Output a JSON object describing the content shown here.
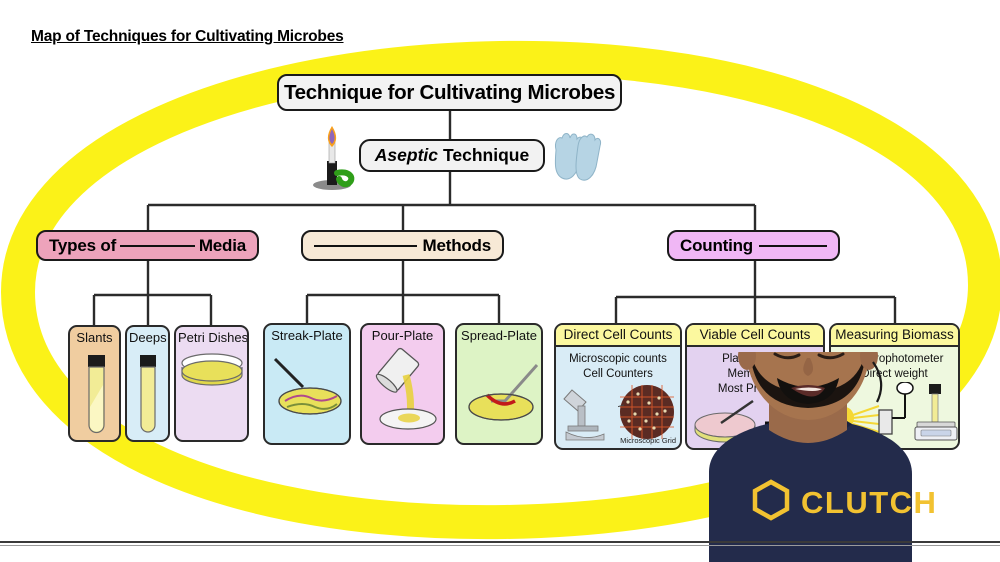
{
  "page": {
    "title": "Map of Techniques for Cultivating Microbes",
    "background_color": "#ffffff",
    "highlight_color": "#fbf218"
  },
  "tree": {
    "root": {
      "label": "Technique for Cultivating Microbes",
      "bg": "#f2f2f2"
    },
    "aseptic": {
      "italic_word": "Aseptic",
      "label": "Technique",
      "bg": "#f2f2f2"
    },
    "branches": [
      {
        "name": "types-of-media",
        "prefix": "Types of",
        "blank": "__________",
        "suffix": "Media",
        "bg": "#eda3bb"
      },
      {
        "name": "methods",
        "prefix": "",
        "blank": "____________",
        "suffix": "Methods",
        "bg": "#f7e9d6"
      },
      {
        "name": "counting",
        "prefix": "Counting",
        "blank": "_________",
        "suffix": "",
        "bg": "#f0b7f5"
      }
    ]
  },
  "media_cards": [
    {
      "title": "Slants",
      "bg": "#f0cda0",
      "icon": "test-tube-slant-icon"
    },
    {
      "title": "Deeps",
      "bg": "#d8edf7",
      "icon": "test-tube-deep-icon"
    },
    {
      "title": "Petri Dishes",
      "bg": "#ecdcf2",
      "icon": "petri-dish-icon"
    }
  ],
  "method_cards": [
    {
      "title": "Streak-Plate",
      "bg": "#c9eaf5",
      "icon": "streak-plate-icon"
    },
    {
      "title": "Pour-Plate",
      "bg": "#f3ccee",
      "icon": "pour-plate-icon"
    },
    {
      "title": "Spread-Plate",
      "bg": "#ddf3c5",
      "icon": "spread-plate-icon"
    }
  ],
  "counting_cards": [
    {
      "title": "Direct Cell Counts",
      "header_bg": "#fcf89f",
      "bg": "#d9ecf6",
      "lines": [
        "Microscopic counts",
        "Cell Counters"
      ],
      "caption": "Microscopic Grid",
      "icon": "microscope-icon"
    },
    {
      "title": "Viable Cell Counts",
      "header_bg": "#fcf89f",
      "bg": "#e3d2f0",
      "lines": [
        "Plate Counts",
        "Membrane",
        "Most Probable"
      ],
      "caption": "",
      "icon": "agar-plate-icon"
    },
    {
      "title": "Measuring Biomass",
      "header_bg": "#fcf89f",
      "bg": "#eef8df",
      "lines": [
        "Spectrophotometer",
        "Direct weight"
      ],
      "caption": "",
      "icon": "spectrophotometer-icon"
    }
  ],
  "presenter": {
    "shirt_brand": "CLUTCH",
    "shirt_color": "#232b4b",
    "logo_color": "#f2c231"
  }
}
